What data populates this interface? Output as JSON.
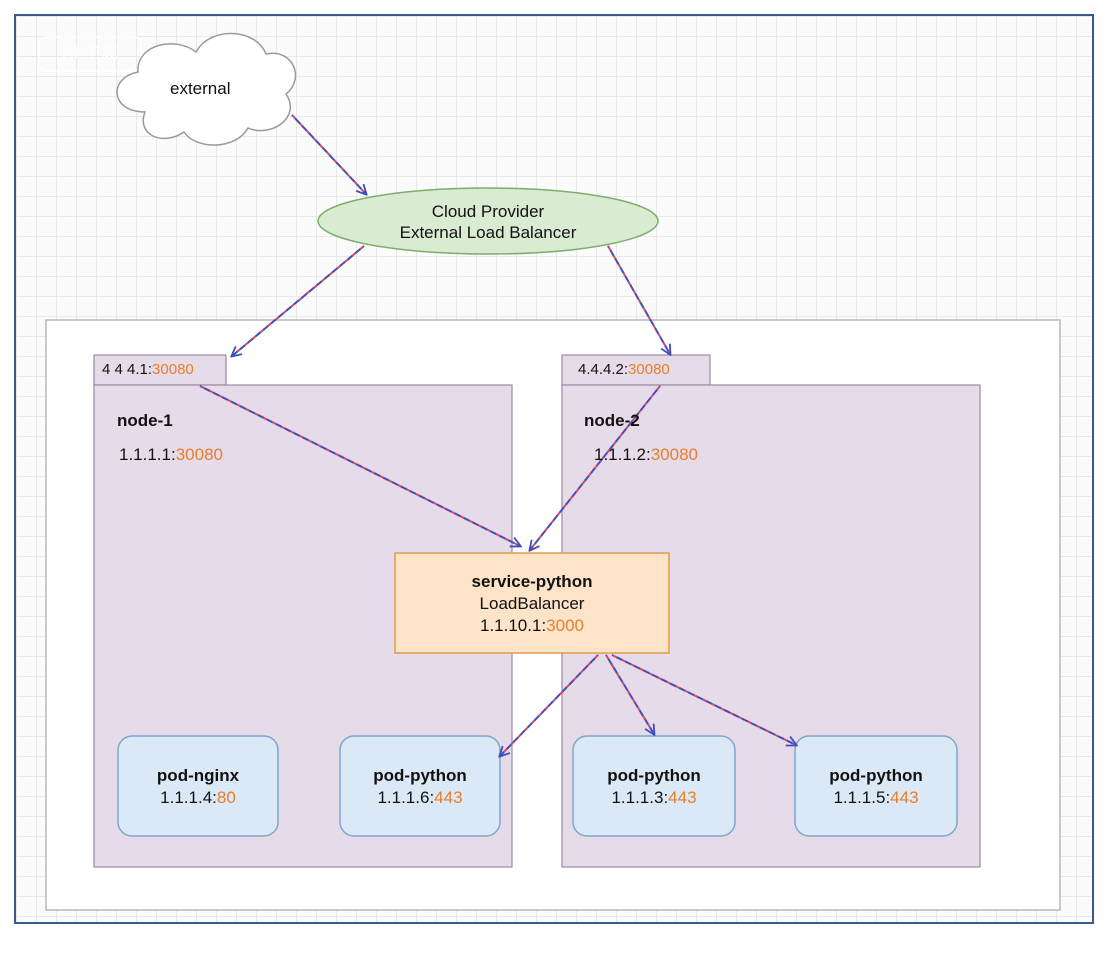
{
  "watermark": "AI 生成",
  "external": {
    "label": "external"
  },
  "cloud_lb": {
    "line1": "Cloud Provider",
    "line2": "External Load Balancer"
  },
  "node1": {
    "tab_ip": "4 4 4.1:",
    "tab_port": "30080",
    "name": "node-1",
    "ip": "1.1.1.1:",
    "port": "30080"
  },
  "node2": {
    "tab_ip": "4.4.4.2:",
    "tab_port": "30080",
    "name": "node-2",
    "ip": "1.1.1.2:",
    "port": "30080"
  },
  "service": {
    "name": "service-python",
    "type": "LoadBalancer",
    "ip": "1.1.10.1:",
    "port": "3000"
  },
  "pods": [
    {
      "name": "pod-nginx",
      "ip": "1.1.1.4:",
      "port": "80"
    },
    {
      "name": "pod-python",
      "ip": "1.1.1.6:",
      "port": "443"
    },
    {
      "name": "pod-python",
      "ip": "1.1.1.3:",
      "port": "443"
    },
    {
      "name": "pod-python",
      "ip": "1.1.1.5:",
      "port": "443"
    }
  ],
  "colors": {
    "node_fill": "#e6dbe9",
    "node_stroke": "#9b8aa3",
    "service_fill": "#fde3c7",
    "service_stroke": "#e09a50",
    "pod_fill": "#dbe9f7",
    "pod_stroke": "#7fa6cc",
    "lb_fill": "#d9ecd2",
    "lb_stroke": "#7cae6a",
    "port": "#e87e2c",
    "arrow": "#3d4fbf",
    "arrow_dash": "#d04a6a"
  }
}
